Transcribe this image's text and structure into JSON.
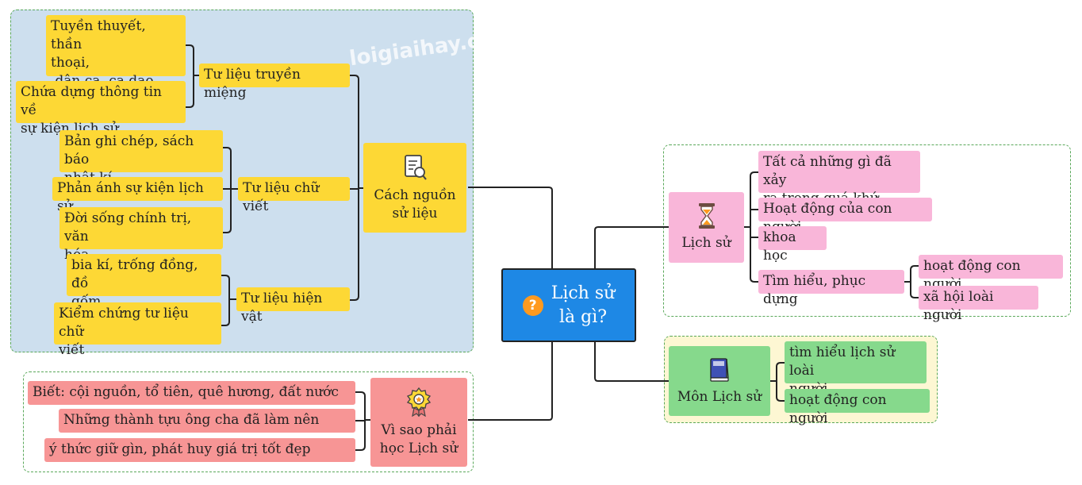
{
  "root": {
    "line1": "Lịch sử",
    "line2": "là gì?",
    "icon": "question-icon"
  },
  "sources": {
    "topic": {
      "line1": "Cách nguồn",
      "line2": "sử liệu",
      "icon": "document-magnifier-icon"
    },
    "oral": {
      "label": "Tư liệu truyền miệng",
      "items": [
        [
          "Tuyền thuyết, thần",
          "thoại,",
          " dân ca, ca dao…"
        ],
        [
          "Chứa dựng thông tin về",
          "sự kiện lịch sử"
        ]
      ]
    },
    "written": {
      "label": "Tư liệu chữ viết",
      "items": [
        [
          "Bản ghi chép, sách báo",
          "nhật kí"
        ],
        [
          "Phản ánh sự kiện lịch sử"
        ],
        [
          "Đời sống chính trị, văn",
          "hóa"
        ]
      ]
    },
    "artifact": {
      "label": "Tư liệu hiện vật",
      "items": [
        [
          "bia kí, trống đồng, đồ",
          "gốm…."
        ],
        [
          "Kiểm chứng tư liệu chữ",
          "viết"
        ]
      ]
    }
  },
  "why": {
    "topic": {
      "line1": "Vì sao phải",
      "line2": "học Lịch sử",
      "icon": "medal-icon"
    },
    "items": [
      "Biết: cội nguồn, tổ tiên, quê hương, đất nước",
      "Những thành tựu ông cha đã làm nên",
      "ý thức giữ gìn, phát huy giá trị tốt đẹp"
    ]
  },
  "history": {
    "topic": {
      "label": "Lịch sử",
      "icon": "hourglass-icon"
    },
    "items": [
      [
        "Tất cả những gì đã xảy",
        "ra trong quá khứ"
      ],
      [
        "Hoạt động của con người"
      ],
      [
        "khoa học"
      ],
      [
        "Tìm hiểu, phục dựng"
      ]
    ],
    "sub": [
      "hoạt động con người",
      "xã hội loài người"
    ]
  },
  "subject": {
    "topic": {
      "label": "Môn Lịch sử",
      "icon": "book-icon"
    },
    "items": [
      [
        "tìm hiểu lịch sử loài",
        "người"
      ],
      [
        "hoạt động con người"
      ]
    ]
  },
  "watermark": "loigiaihay.c",
  "colors": {
    "root": "#1e88e5",
    "yellow": "#fdd835",
    "pink": "#f9b6d9",
    "green": "#86d98c",
    "red": "#f79595",
    "group_border": "#5aa85a"
  }
}
